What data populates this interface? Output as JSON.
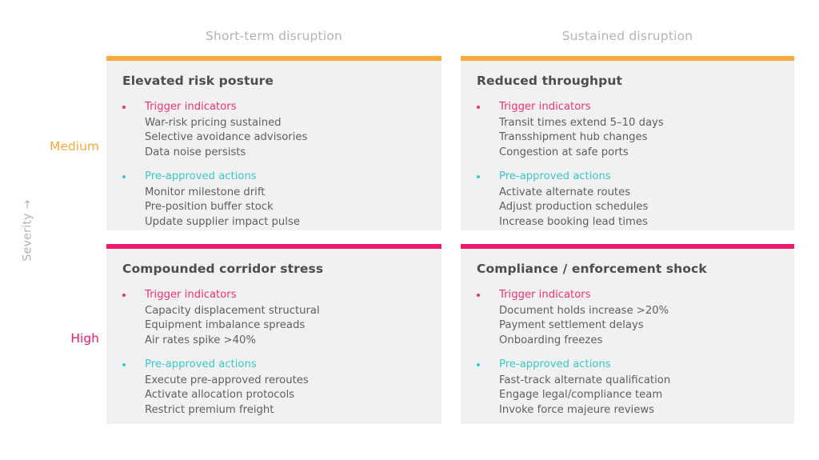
{
  "colors": {
    "accent_medium": "#f9aa3c",
    "accent_high": "#ee1a6e",
    "trigger": "#f0336e",
    "action": "#3bc8c8",
    "card_bg": "#f1f1f1",
    "title": "#4d4d4d",
    "body": "#5f5f5f",
    "header": "#b3b3b3"
  },
  "axis": {
    "y_label": "Severity  →",
    "columns": [
      {
        "label": "Short-term disruption"
      },
      {
        "label": "Sustained disruption"
      }
    ],
    "rows": [
      {
        "label": "Medium",
        "color": "#f9aa3c"
      },
      {
        "label": "High",
        "color": "#ee1a6e"
      }
    ]
  },
  "group_labels": {
    "trigger": "Trigger indicators",
    "action": "Pre-approved actions"
  },
  "cards": [
    {
      "id": "elevated-risk-posture",
      "accent": "#f9aa3c",
      "title": "Elevated risk posture",
      "trigger_indicators": [
        "War-risk pricing sustained",
        "Selective avoidance advisories",
        "Data noise persists"
      ],
      "pre_approved_actions": [
        "Monitor milestone drift",
        "Pre-position buffer stock",
        "Update supplier impact pulse"
      ]
    },
    {
      "id": "reduced-throughput",
      "accent": "#f9aa3c",
      "title": "Reduced throughput",
      "trigger_indicators": [
        "Transit times extend 5–10 days",
        "Transshipment hub changes",
        "Congestion at safe ports"
      ],
      "pre_approved_actions": [
        "Activate alternate routes",
        "Adjust production schedules",
        "Increase booking lead times"
      ]
    },
    {
      "id": "compounded-corridor-stress",
      "accent": "#ee1a6e",
      "title": "Compounded corridor stress",
      "trigger_indicators": [
        "Capacity displacement structural",
        "Equipment imbalance spreads",
        "Air rates spike >40%"
      ],
      "pre_approved_actions": [
        "Execute pre-approved reroutes",
        "Activate allocation protocols",
        "Restrict premium freight"
      ]
    },
    {
      "id": "compliance-enforcement-shock",
      "accent": "#ee1a6e",
      "title": "Compliance / enforcement shock",
      "trigger_indicators": [
        "Document holds increase >20%",
        "Payment settlement delays",
        "Onboarding freezes"
      ],
      "pre_approved_actions": [
        "Fast-track alternate qualification",
        "Engage legal/compliance team",
        "Invoke force majeure reviews"
      ]
    }
  ]
}
